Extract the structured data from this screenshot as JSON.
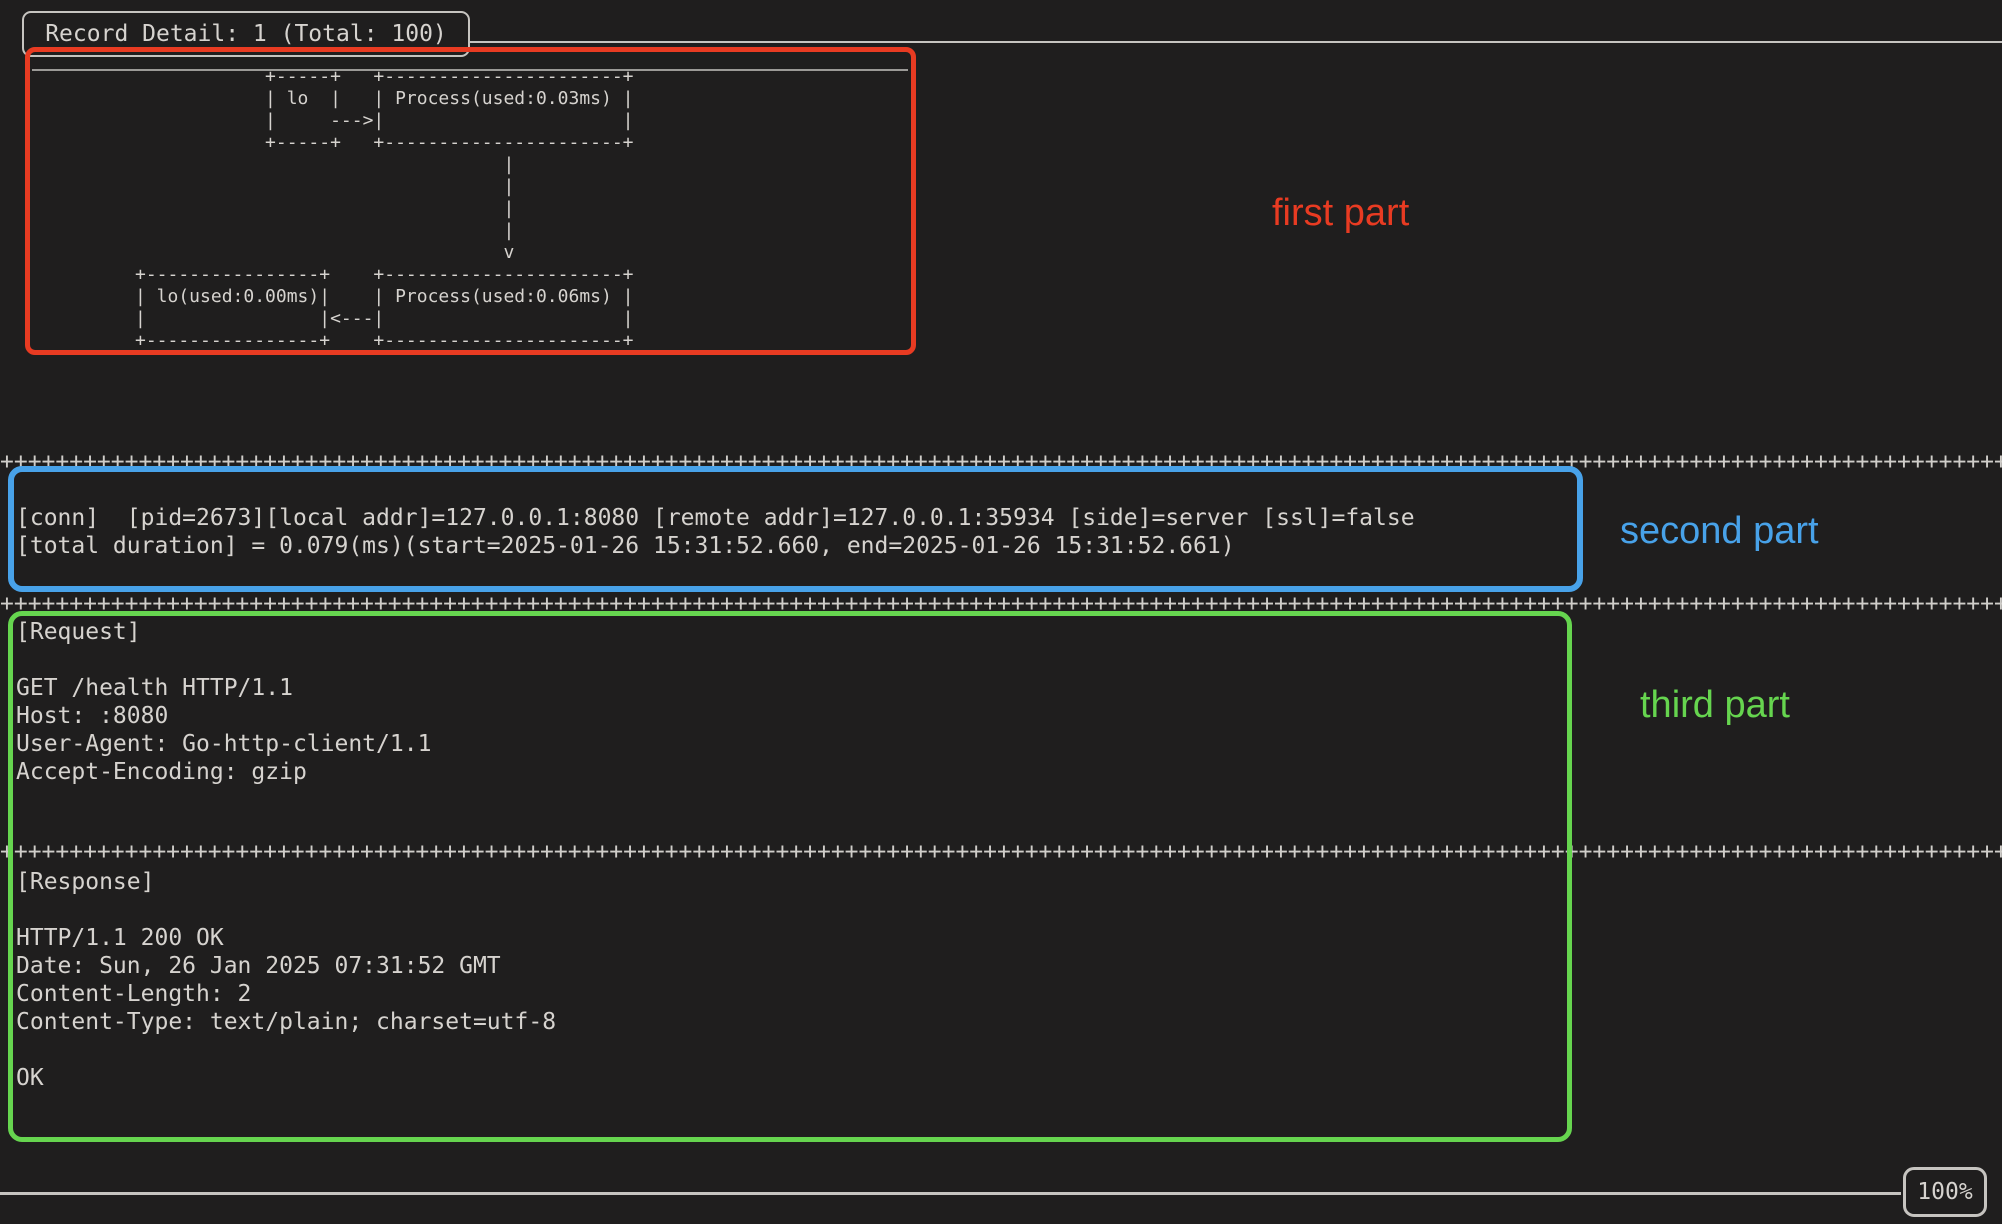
{
  "window": {
    "title": "Record Detail: 1 (Total: 100)",
    "zoom_level": "100%"
  },
  "colors": {
    "background": "#1f1e1e",
    "text": "#d6d3cf",
    "frame": "#c6c4c0",
    "red": "#e83b22",
    "blue": "#48a2e9",
    "green": "#66d54f"
  },
  "diagram": {
    "lines": [
      "            +-----+   +----------------------+",
      "            | lo  |   | Process(used:0.03ms) |",
      "            |     --->|                      |",
      "            +-----+   +----------------------+",
      "                                  |",
      "                                  |",
      "                                  |",
      "                                  |",
      "                                  v",
      "+----------------+    +----------------------+",
      "| lo(used:0.00ms)|    | Process(used:0.06ms) |",
      "|                |<---|                      |",
      "+----------------+    +----------------------+"
    ]
  },
  "separator": {
    "char": "+",
    "count": 146
  },
  "connection": {
    "lines": [
      "[conn]  [pid=2673][local addr]=127.0.0.1:8080 [remote addr]=127.0.0.1:35934 [side]=server [ssl]=false",
      "[total duration] = 0.079(ms)(start=2025-01-26 15:31:52.660, end=2025-01-26 15:31:52.661)"
    ]
  },
  "request": {
    "lines": [
      "[Request]",
      "",
      "GET /health HTTP/1.1",
      "Host: :8080",
      "User-Agent: Go-http-client/1.1",
      "Accept-Encoding: gzip"
    ]
  },
  "response": {
    "lines": [
      "[Response]",
      "",
      "HTTP/1.1 200 OK",
      "Date: Sun, 26 Jan 2025 07:31:52 GMT",
      "Content-Length: 2",
      "Content-Type: text/plain; charset=utf-8",
      "",
      "OK"
    ]
  },
  "annotations": {
    "first": "first part",
    "second": "second part",
    "third": "third part"
  }
}
